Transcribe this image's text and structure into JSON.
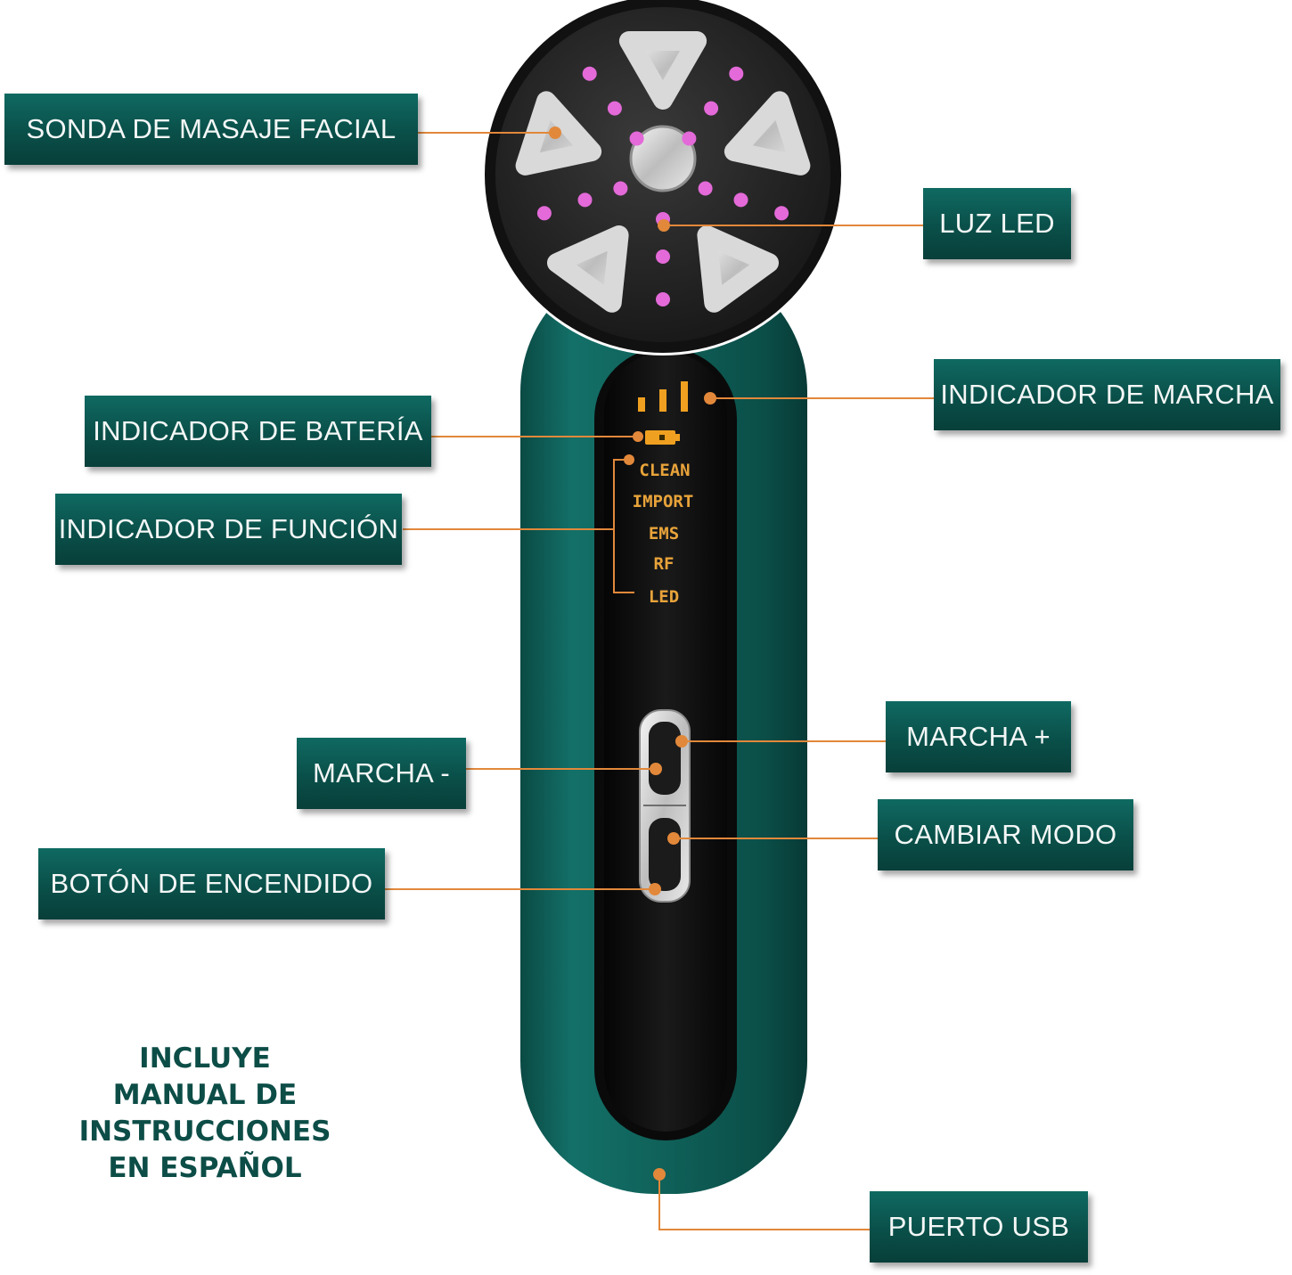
{
  "labels": {
    "facial_probe": "SONDA DE MASAJE FACIAL",
    "led_light": "LUZ LED",
    "gear_indicator": "INDICADOR DE MARCHA",
    "battery_indicator": "INDICADOR DE BATERÍA",
    "function_indicator": "INDICADOR DE FUNCIÓN",
    "gear_minus": "MARCHA -",
    "gear_plus": "MARCHA +",
    "change_mode": "CAMBIAR MODO",
    "power_button": "BOTÓN DE ENCENDIDO",
    "usb_port": "PUERTO USB"
  },
  "device_panel": {
    "functions": [
      "CLEAN",
      "IMPORT",
      "EMS",
      "RF",
      "LED"
    ]
  },
  "note": {
    "lines": [
      "INCLUYE",
      "MANUAL DE",
      "INSTRUCCIONES",
      "EN ESPAÑOL"
    ]
  },
  "colors": {
    "label_bg": "#0a4f49",
    "device_body": "#0d5a52",
    "callout": "#e2883a",
    "led": "#e36ad8",
    "panel_text": "#e8a33a"
  }
}
